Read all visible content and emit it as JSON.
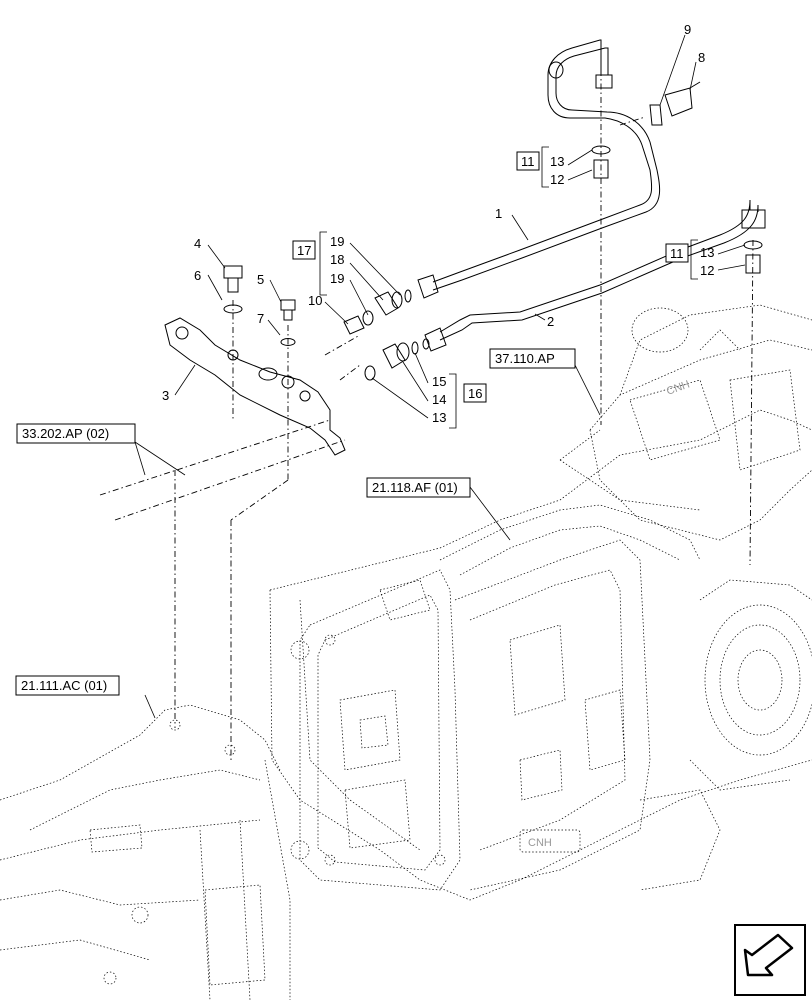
{
  "callouts": {
    "c1": "1",
    "c2": "2",
    "c3": "3",
    "c4": "4",
    "c5": "5",
    "c6": "6",
    "c7": "7",
    "c8": "8",
    "c9": "9",
    "c10": "10",
    "c11a": "11",
    "c12a": "12",
    "c13a": "13",
    "c11b": "11",
    "c12b": "12",
    "c13b": "13",
    "c13c": "13",
    "c14": "14",
    "c15": "15",
    "c16": "16",
    "c17": "17",
    "c18": "18",
    "c19a": "19",
    "c19b": "19"
  },
  "references": {
    "r1": "37.110.AP",
    "r2": "33.202.AP (02)",
    "r3": "21.118.AF (01)",
    "r4": "21.111.AC (01)"
  },
  "icons": {
    "nav": "arrow-nav-icon"
  }
}
